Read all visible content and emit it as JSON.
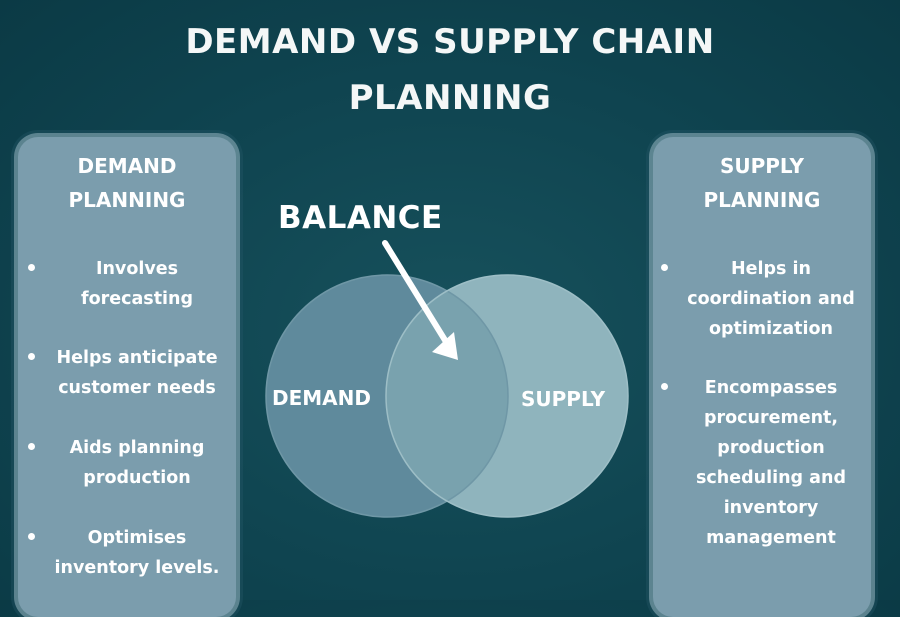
{
  "title": {
    "line1": "DEMAND VS SUPPLY CHAIN",
    "line2": "PLANNING"
  },
  "demand_panel": {
    "title_line1": "DEMAND",
    "title_line2": "PLANNING",
    "bullets": [
      {
        "line1": "Involves",
        "line2": "forecasting"
      },
      {
        "line1": "Helps anticipate",
        "line2": "customer needs"
      },
      {
        "line1": "Aids planning",
        "line2": "production"
      },
      {
        "line1": "Optimises",
        "line2": "inventory levels."
      }
    ]
  },
  "supply_panel": {
    "title_line1": "SUPPLY",
    "title_line2": "PLANNING",
    "bullets": [
      {
        "line1": "Helps in",
        "line2": "coordination and",
        "line3": "optimization"
      },
      {
        "line1": "Encompasses",
        "line2": "procurement,",
        "line3": "production",
        "line4": "scheduling and",
        "line5": "inventory",
        "line6": "management"
      }
    ]
  },
  "venn": {
    "balance_label": "BALANCE",
    "left_label": "DEMAND",
    "right_label": "SUPPLY",
    "left_color": "#5f8a9c",
    "right_color": "#8fb4bd",
    "overlap_color": "#79a2ae"
  },
  "colors": {
    "background": "#0f4450",
    "panel": "#7b9dad",
    "text": "#ffffff"
  }
}
